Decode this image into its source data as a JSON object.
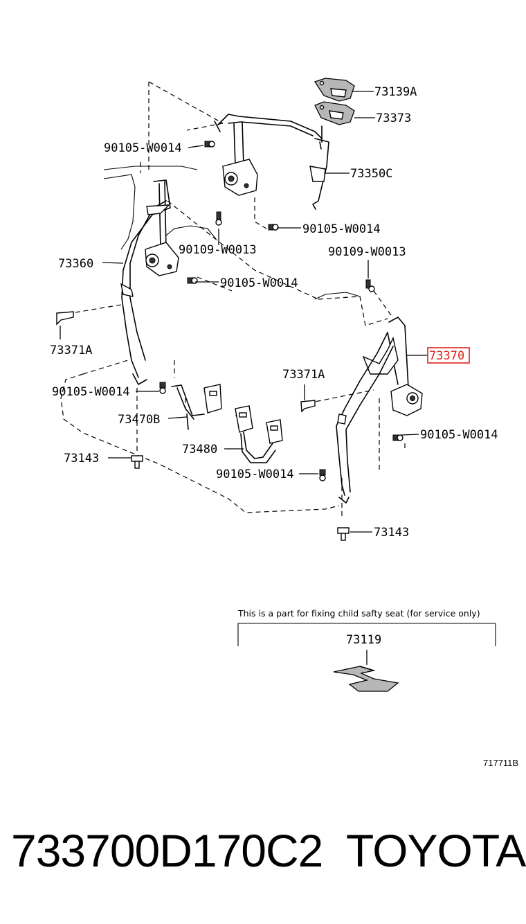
{
  "part_labels": {
    "p73139a": "73139A",
    "p73373": "73373",
    "p73350c": "73350C",
    "p90105_top": "90105-W0014",
    "p90105_mid": "90105-W0014",
    "p90109_left": "90109-W0013",
    "p90109_right": "90109-W0013",
    "p73360": "73360",
    "p90105_left": "90105-W0014",
    "p73371a_left": "73371A",
    "p73370": "73370",
    "p73371a_right": "73371A",
    "p90105_lower_left": "90105-W0014",
    "p73470b": "73470B",
    "p73480": "73480",
    "p90105_right": "90105-W0014",
    "p73143_left": "73143",
    "p90105_bottom": "90105-W0014",
    "p73143_right": "73143"
  },
  "highlight_color": "#e0201c",
  "inset": {
    "note": "This is a part for fixing child safty seat (for service only)",
    "part": "73119"
  },
  "diagram_ref": "717711B",
  "footer": {
    "part_number": "733700D170C2",
    "brand": "TOYOTA"
  }
}
